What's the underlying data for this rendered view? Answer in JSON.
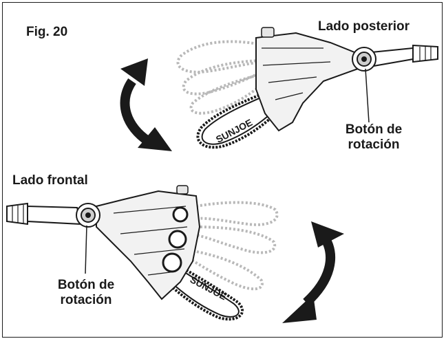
{
  "figure": {
    "label": "Fig. 20",
    "rear_side_label": "Lado posterior",
    "front_side_label": "Lado frontal",
    "rear_button_line1": "Botón de",
    "rear_button_line2": "rotación",
    "front_button_line1": "Botón de",
    "front_button_line2": "rotación",
    "brand_top": "SUNJOE",
    "brand_bottom": "SUNJOE"
  },
  "colors": {
    "ink": "#1a1a1a",
    "ghost": "#b8b8b8",
    "bar": "#ffffff"
  },
  "icons": [
    "curved-double-arrow-icon",
    "curved-double-arrow-icon"
  ]
}
